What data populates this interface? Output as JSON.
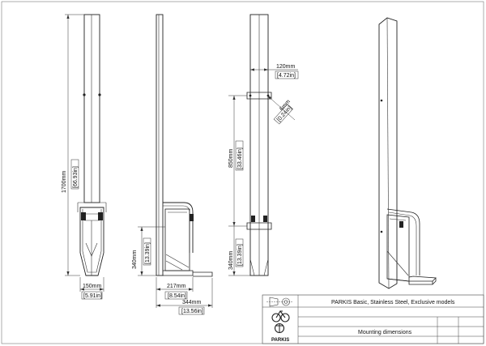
{
  "dimensions": {
    "height_total_mm": "1700mm",
    "height_total_in": "[66.93in]",
    "base_width_mm": "150mm",
    "base_width_in": "[5.91in]",
    "rack_height_mm": "340mm",
    "rack_height_in": "[13.39in]",
    "depth_mm": "217mm",
    "depth_in": "[8.54in]",
    "total_depth_mm": "344mm",
    "total_depth_in": "[13.56in]",
    "top_width_mm": "120mm",
    "top_width_in": "[4.72in]",
    "gap_mm": "6mm",
    "gap_in": "[0.24in]",
    "hook_height_mm": "850mm",
    "hook_height_in": "[33.46in]",
    "low_height_mm": "340mm",
    "low_height_in": "[13.39in]"
  },
  "title_block": {
    "product": "PARKIS Basic, Stainless Steel, Exclusive models",
    "drawing_title": "Mounting dimensions",
    "logo_text": "PARKIS"
  }
}
